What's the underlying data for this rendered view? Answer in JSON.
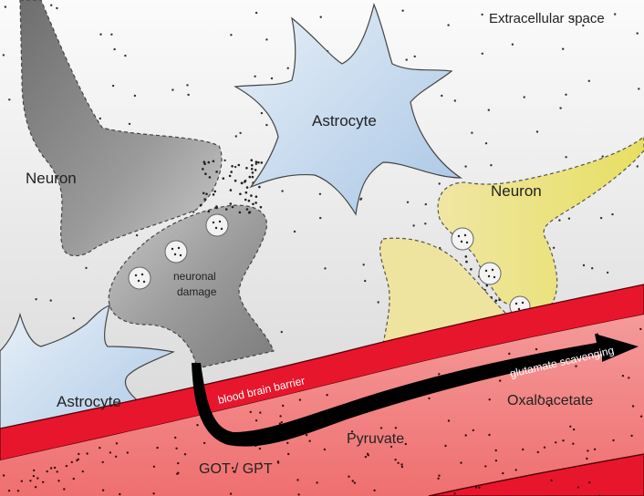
{
  "labels": {
    "extracellular_space": "Extracellular space",
    "astrocyte_top": "Astrocyte",
    "neuron_left": "Neuron",
    "neuron_right": "Neuron",
    "neuronal_damage_line1": "neuronal",
    "neuronal_damage_line2": "damage",
    "astrocyte_bottom": "Astrocyte",
    "blood_brain_barrier": "blood brain barrier",
    "glutamate_scavenging": "glutamate scavenging",
    "oxaloacetate": "Oxaloacetate",
    "pyruvate": "Pyruvate",
    "got_gpt": "GOT / GPT"
  },
  "colors": {
    "background": "#eeeeee",
    "neuron_gray": "#8c8c8c",
    "neuron_yellow": "#ebe27a",
    "astrocyte_blue": "#c2d6ec",
    "vessel_wall_red": "#e8162c",
    "vessel_lumen": "#f28282",
    "arrow": "#000000"
  }
}
